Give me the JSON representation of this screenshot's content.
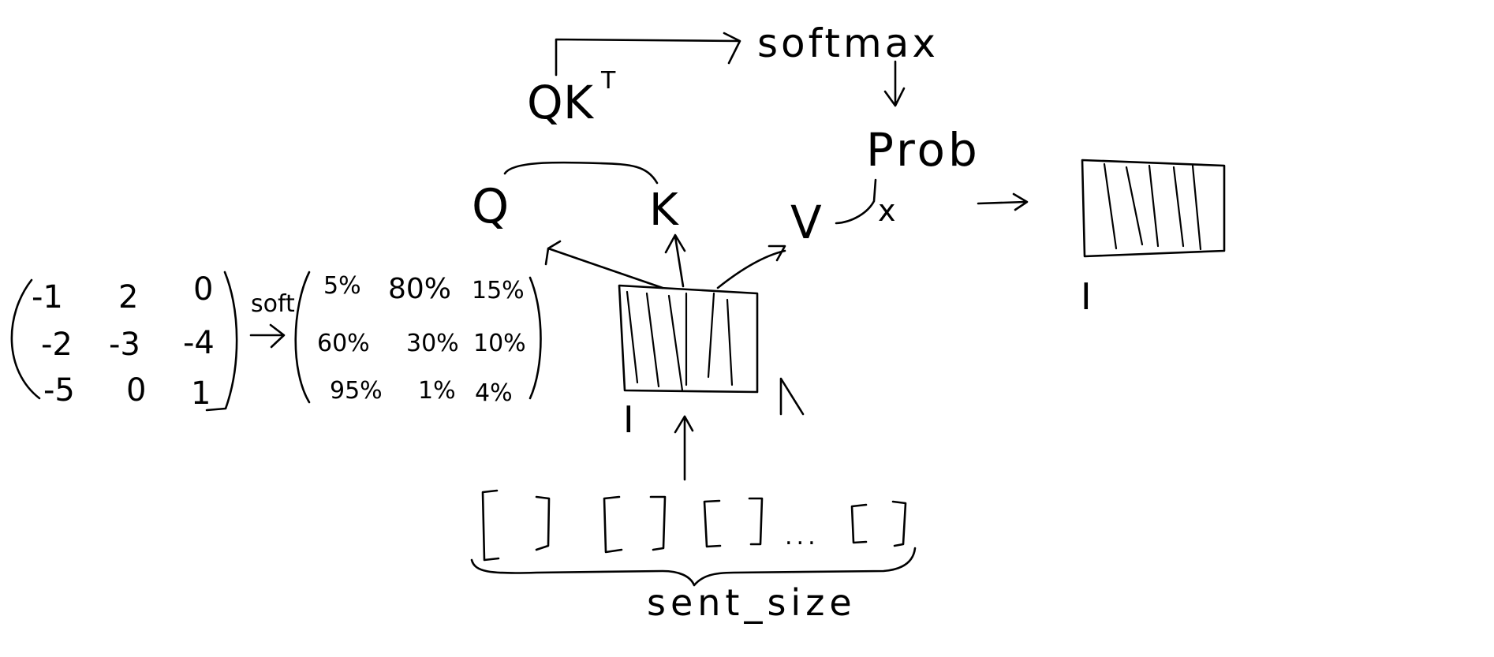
{
  "colors": {
    "ink": "#000000",
    "paper": "#ffffff"
  },
  "labels": {
    "qkt_q": "Q",
    "qkt_k": "K",
    "qkt_sup": "T",
    "softmax": "softmax",
    "prob": "Prob",
    "q": "Q",
    "k": "K",
    "v": "V",
    "times": "x",
    "input_matrix": "I",
    "output_matrix": "I",
    "soft": "soft",
    "sent_size": "sent_size",
    "ellipsis": "..."
  },
  "matrix_raw": {
    "rows": [
      [
        "-1",
        "2",
        "0"
      ],
      [
        "-2",
        "-3",
        "-4"
      ],
      [
        "-5",
        "0",
        "1"
      ]
    ]
  },
  "matrix_soft": {
    "rows": [
      [
        "5%",
        "80%",
        "15%"
      ],
      [
        "60%",
        "30%",
        "10%"
      ],
      [
        "95%",
        "1%",
        "4%"
      ]
    ]
  }
}
